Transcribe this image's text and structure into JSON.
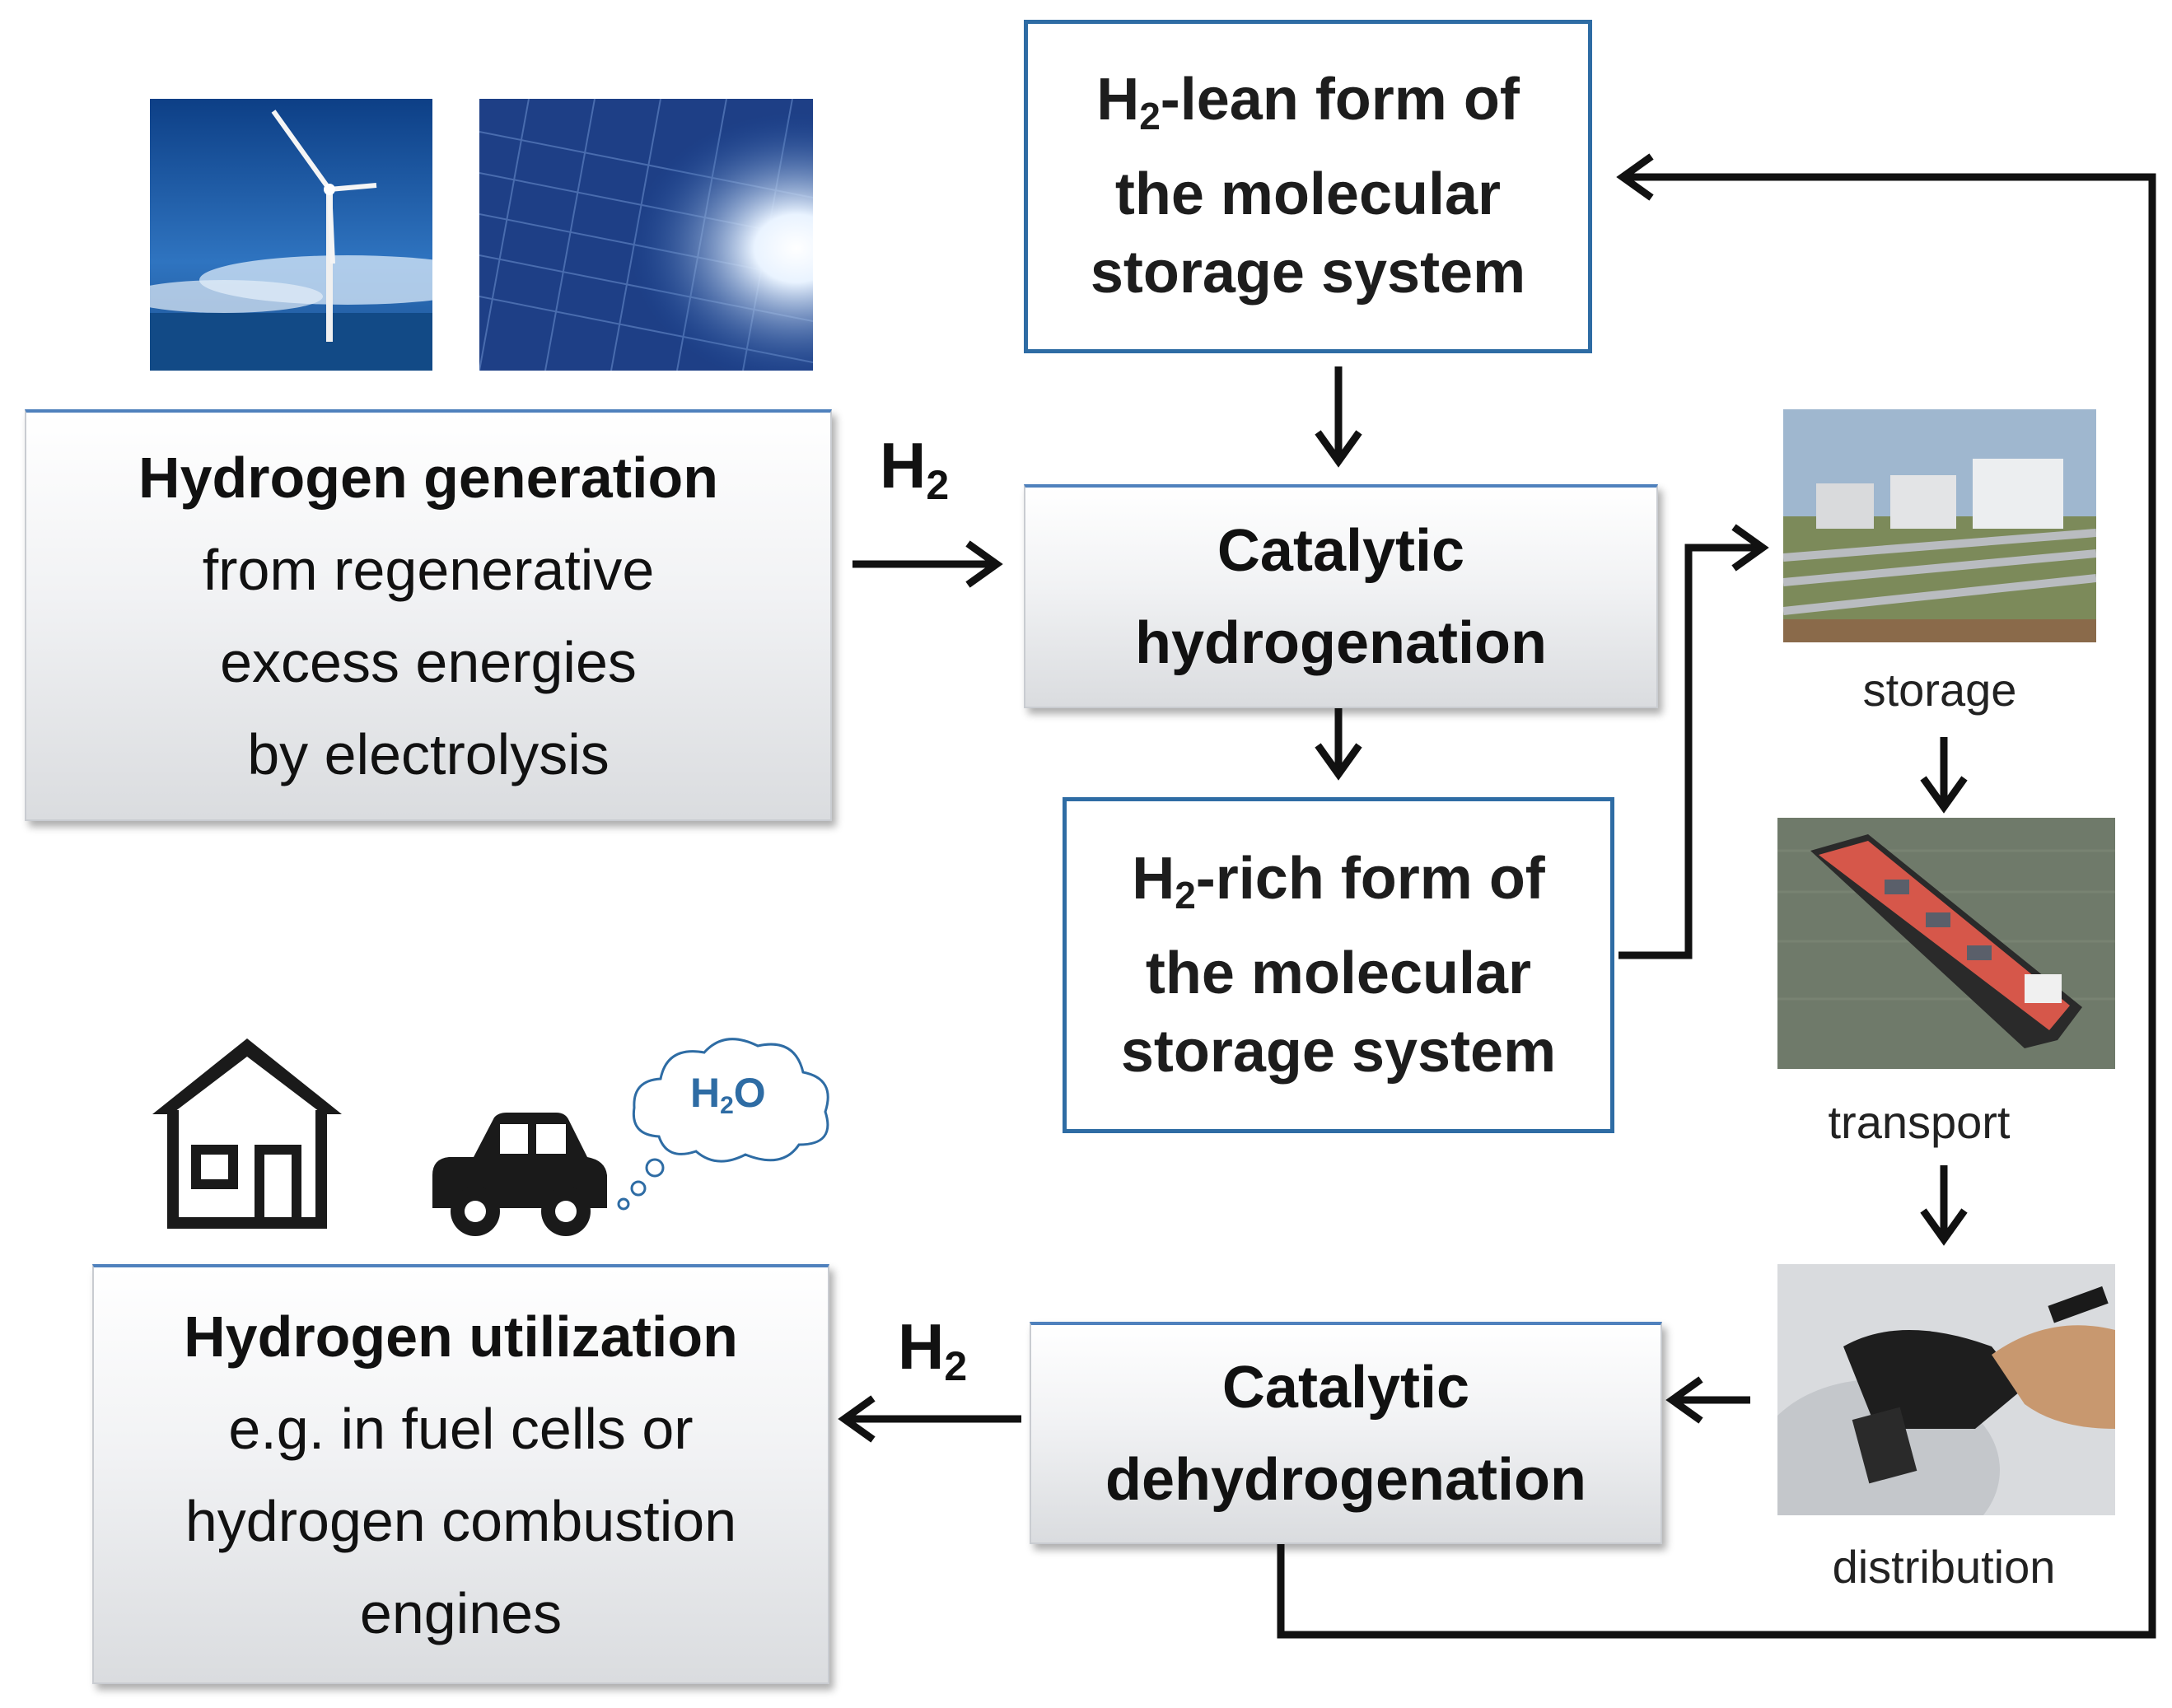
{
  "generation": {
    "title": "Hydrogen generation",
    "lines": [
      "from regenerative",
      "excess energies",
      "by electrolysis"
    ]
  },
  "lean": {
    "h": "H",
    "sub": "2",
    "rest": "-lean form of",
    "line2": "the molecular",
    "line3": "storage system"
  },
  "rich": {
    "h": "H",
    "sub": "2",
    "rest": "-rich form of",
    "line2": "the molecular",
    "line3": "storage system"
  },
  "hydrogenation": {
    "line1": "Catalytic",
    "line2": "hydrogenation"
  },
  "dehydrogenation": {
    "line1": "Catalytic",
    "line2": "dehydrogenation"
  },
  "utilization": {
    "title": "Hydrogen utilization",
    "lines": [
      "e.g. in fuel cells or",
      "hydrogen combustion",
      "engines"
    ]
  },
  "h2_label": {
    "h": "H",
    "sub": "2"
  },
  "cloud": {
    "h": "H",
    "sub": "2",
    "o": "O"
  },
  "captions": {
    "storage": "storage",
    "transport": "transport",
    "distribution": "distribution"
  },
  "icons": [
    "wind-turbine-photo",
    "solar-panel-photo",
    "storage-tanks-photo",
    "tanker-ship-photo",
    "fuel-nozzle-photo",
    "house-icon",
    "car-icon",
    "cloud-icon"
  ],
  "colors": {
    "accent": "#4f81bd",
    "box_border": "#2e6ca4",
    "arrow": "#111111"
  }
}
